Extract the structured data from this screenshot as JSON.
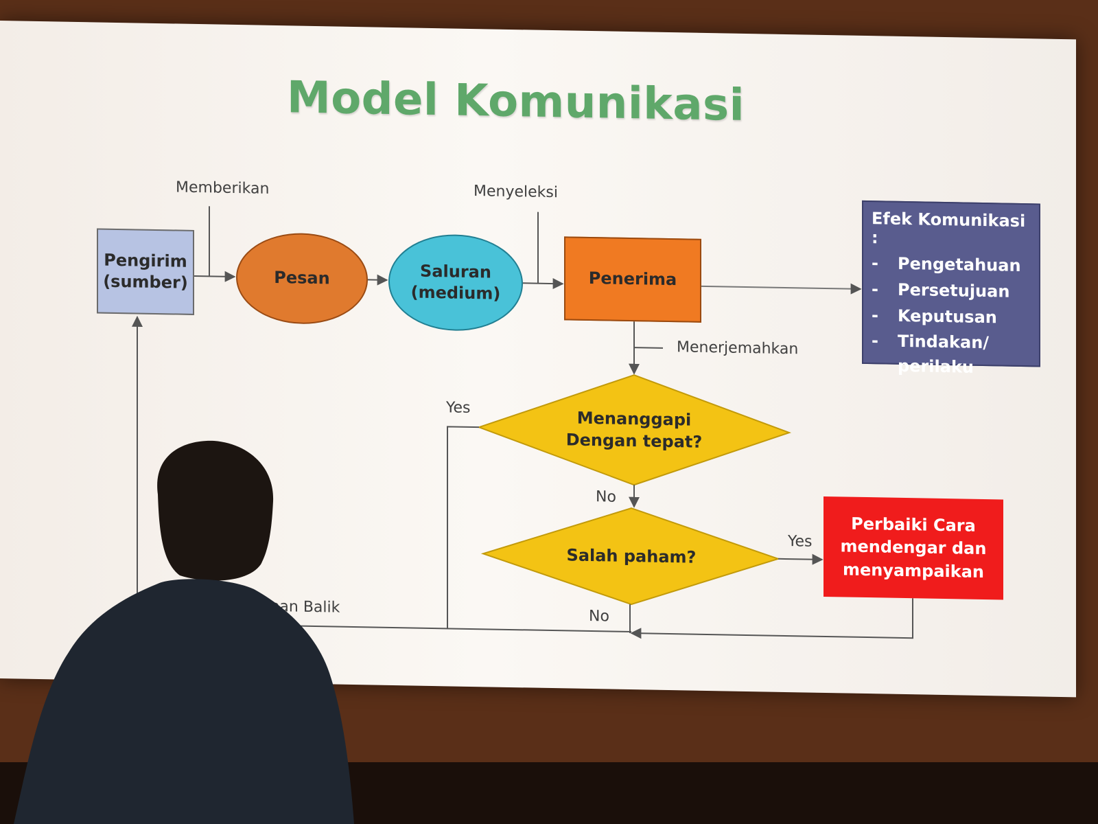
{
  "title": "Model Komunikasi",
  "labels": {
    "memberikan": "Memberikan",
    "menyeleksi": "Menyeleksi",
    "menerjemahkan": "Menerjemahkan",
    "yes_respond": "Yes",
    "no_respond": "No",
    "yes_misunderstand": "Yes",
    "no_misunderstand": "No",
    "feedback": "mpan Balik"
  },
  "nodes": {
    "sender_line1": "Pengirim",
    "sender_line2": "(sumber)",
    "message": "Pesan",
    "channel_line1": "Saluran",
    "channel_line2": "(medium)",
    "receiver": "Penerima"
  },
  "decisions": {
    "respond_line1": "Menanggapi",
    "respond_line2": "Dengan tepat?",
    "misunderstand": "Salah paham?"
  },
  "effects": {
    "heading": "Efek Komunikasi :",
    "items": [
      "Pengetahuan",
      "Persetujuan",
      "Keputusan",
      "Tindakan/ perilaku"
    ]
  },
  "fix": {
    "line1": "Perbaiki Cara",
    "line2": "mendengar dan",
    "line3": "menyampaikan"
  },
  "colors": {
    "title": "#5fa86a",
    "sender": "#b7c3e3",
    "message": "#e07a2e",
    "channel": "#49c2d8",
    "receiver": "#f07a22",
    "decision": "#f3c314",
    "effects": "#595c8e",
    "fix": "#f01c1c"
  }
}
